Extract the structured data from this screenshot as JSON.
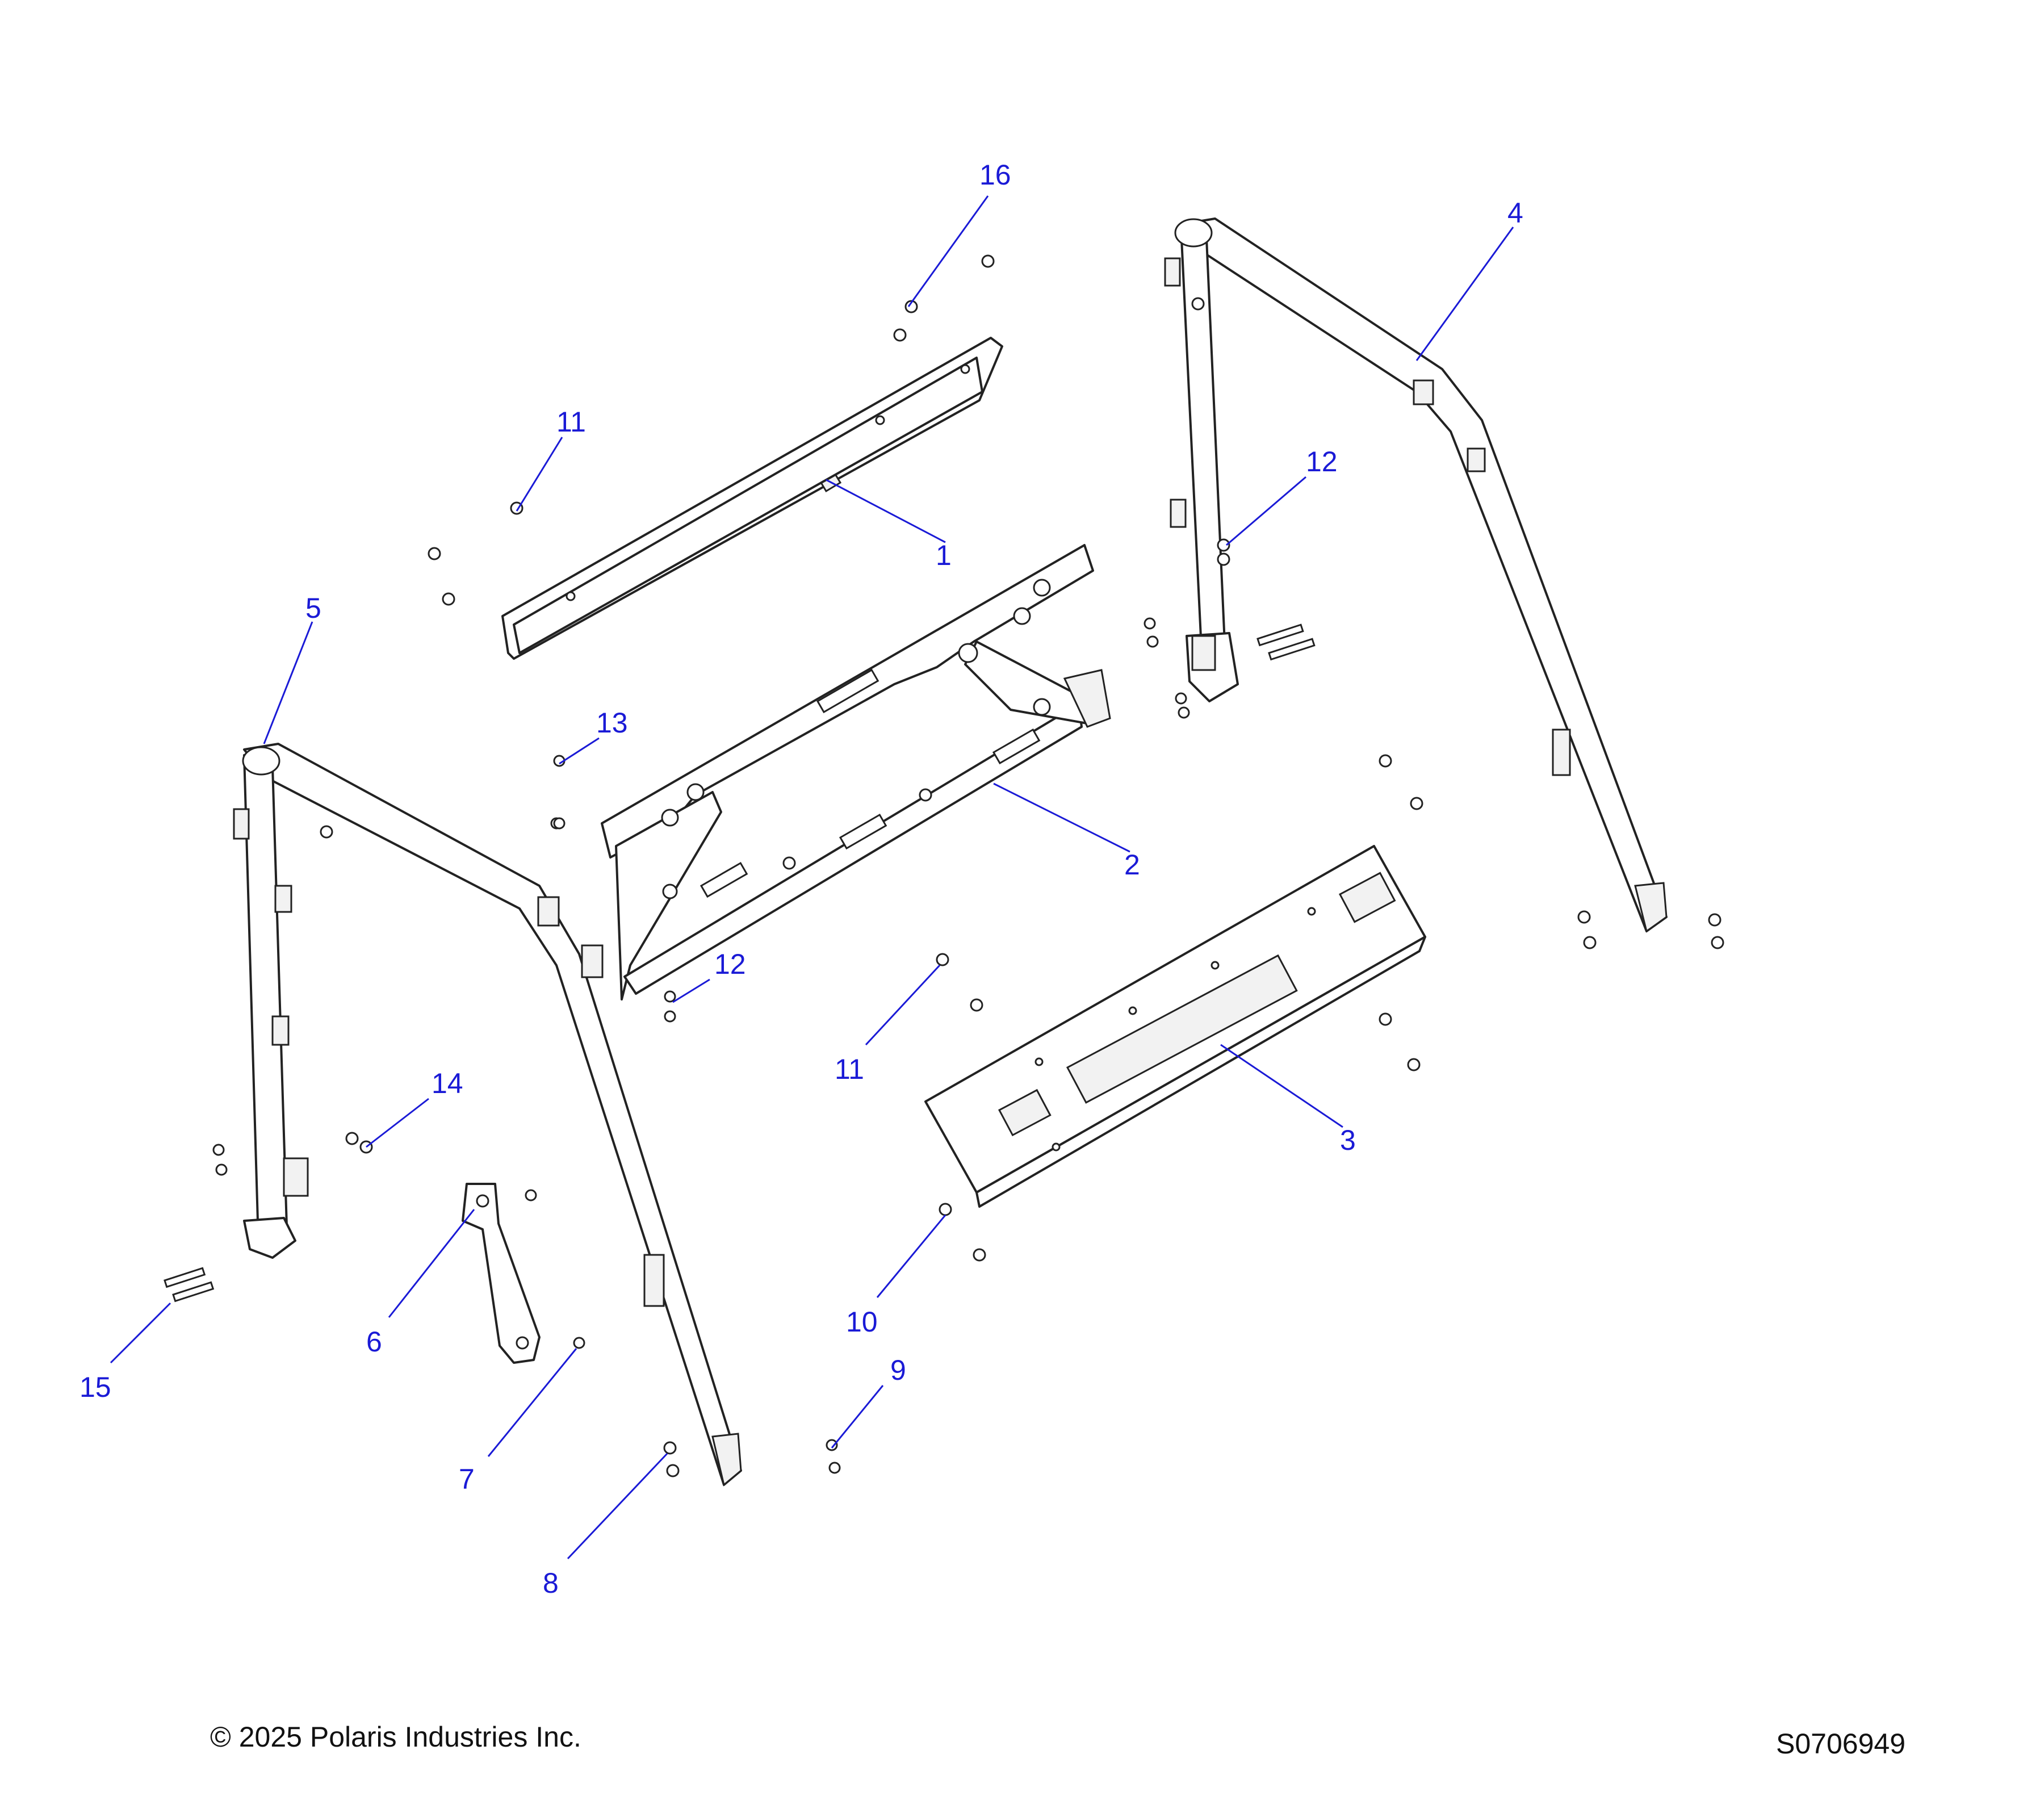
{
  "callouts": [
    {
      "n": "1"
    },
    {
      "n": "2"
    },
    {
      "n": "3"
    },
    {
      "n": "4"
    },
    {
      "n": "5"
    },
    {
      "n": "6"
    },
    {
      "n": "7"
    },
    {
      "n": "8"
    },
    {
      "n": "9"
    },
    {
      "n": "10"
    },
    {
      "n": "11"
    },
    {
      "n": "11"
    },
    {
      "n": "12"
    },
    {
      "n": "12"
    },
    {
      "n": "13"
    },
    {
      "n": "14"
    },
    {
      "n": "15"
    },
    {
      "n": "16"
    }
  ],
  "footer": {
    "copyright": "© 2025 Polaris Industries Inc.",
    "drawing_id": "S0706949"
  },
  "colors": {
    "callout": "#1a1ad6",
    "line": "#222222"
  }
}
